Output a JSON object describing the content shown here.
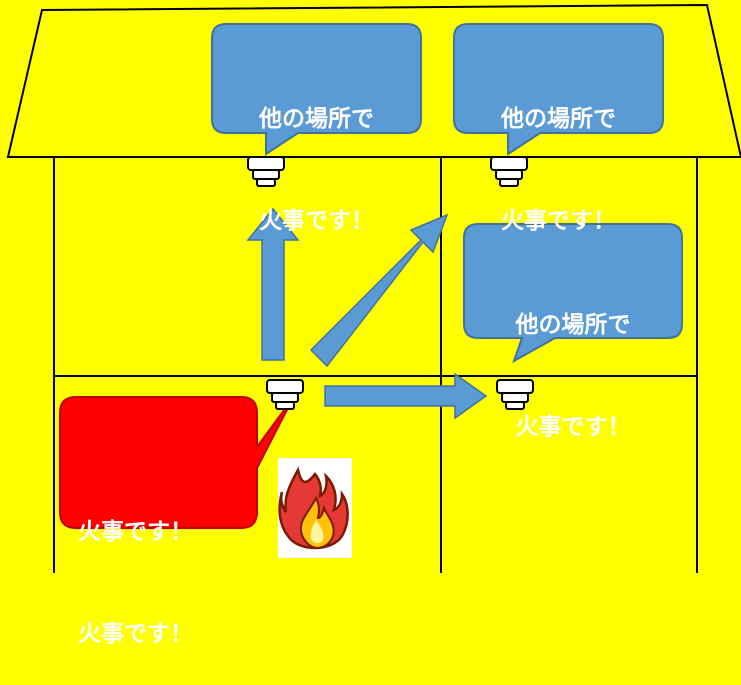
{
  "bubbles": {
    "upper_left": {
      "line1": "他の場所で",
      "line2": "火事です！"
    },
    "upper_right": {
      "line1": "他の場所で",
      "line2": "火事です！"
    },
    "middle_right": {
      "line1": "他の場所で",
      "line2": "火事です！"
    },
    "alarm_origin": {
      "line1": "火事です！",
      "line2": "火事です！"
    }
  },
  "colors": {
    "background": "#FFFF00",
    "bubble_blue": "#5B9BD5",
    "bubble_red": "#FF0000",
    "arrow_blue": "#5B9BD5",
    "outline": "#000000"
  },
  "icons": [
    "smoke-detector-icon",
    "fire-icon",
    "arrow-icon"
  ]
}
